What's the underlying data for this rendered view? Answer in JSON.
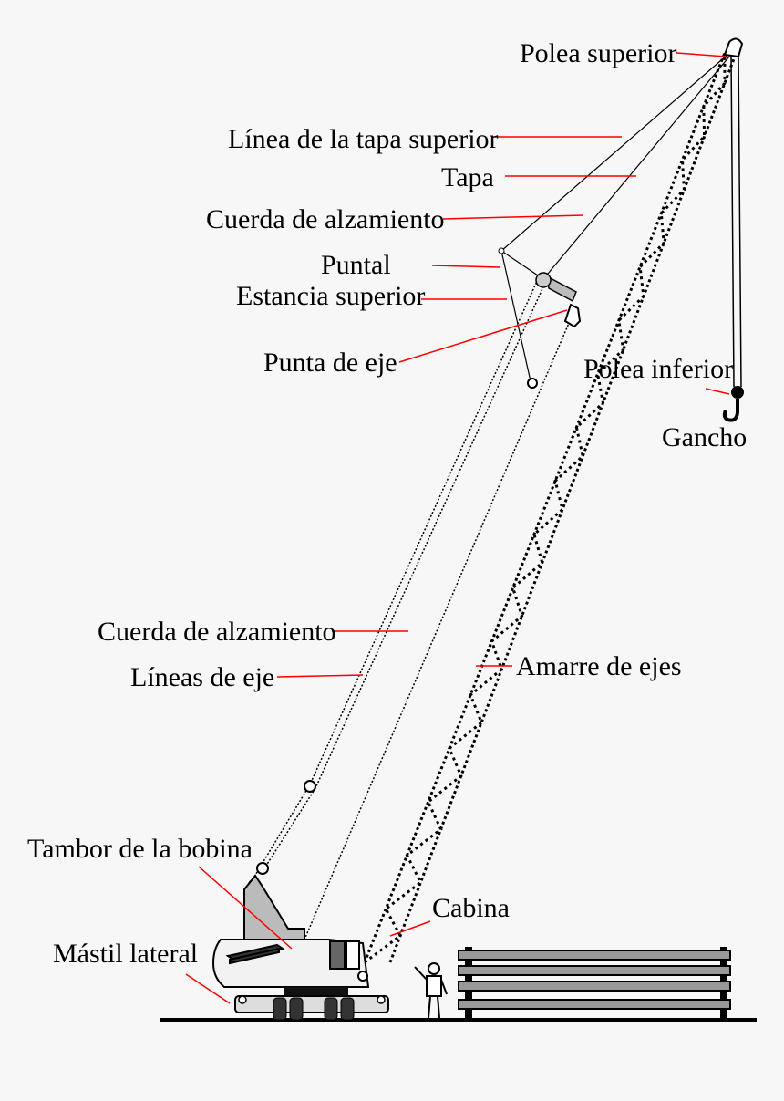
{
  "labels": {
    "polea_superior": "Polea superior",
    "linea_tapa_superior": "Línea de la tapa superior",
    "tapa": "Tapa",
    "cuerda_alzamiento_top": "Cuerda de alzamiento",
    "puntal": "Puntal",
    "estancia_superior": "Estancia superior",
    "punta_de_eje": "Punta de eje",
    "polea_inferior": "Polea inferior",
    "gancho": "Gancho",
    "cuerda_alzamiento_mid": "Cuerda de alzamiento",
    "lineas_de_eje": "Líneas de eje",
    "amarre_de_ejes": "Amarre de ejes",
    "tambor_bobina": "Tambor de la bobina",
    "cabina": "Cabina",
    "mastil_lateral": "Mástil lateral"
  },
  "colors": {
    "leader": "#ff0000",
    "ink": "#000000",
    "cab_fill": "#f2f2f2",
    "mast_fill": "#bbbbbb",
    "pipe_fill": "#999999",
    "background": "#f7f7f7"
  }
}
